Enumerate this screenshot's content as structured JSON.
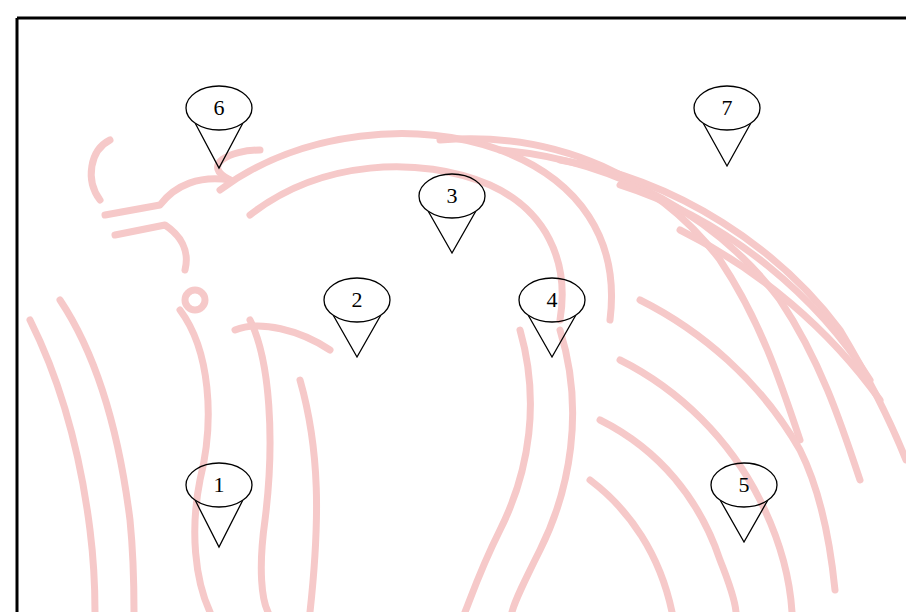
{
  "diagram": {
    "nodes": [
      {
        "text": [
          "6"
        ]
      },
      {
        "text": [
          "7"
        ]
      },
      {
        "text": [
          "3"
        ]
      },
      {
        "text": [
          "2"
        ]
      },
      {
        "text": [
          "4"
        ]
      },
      {
        "text": [
          "1"
        ]
      },
      {
        "text": [
          "5"
        ]
      }
    ]
  }
}
